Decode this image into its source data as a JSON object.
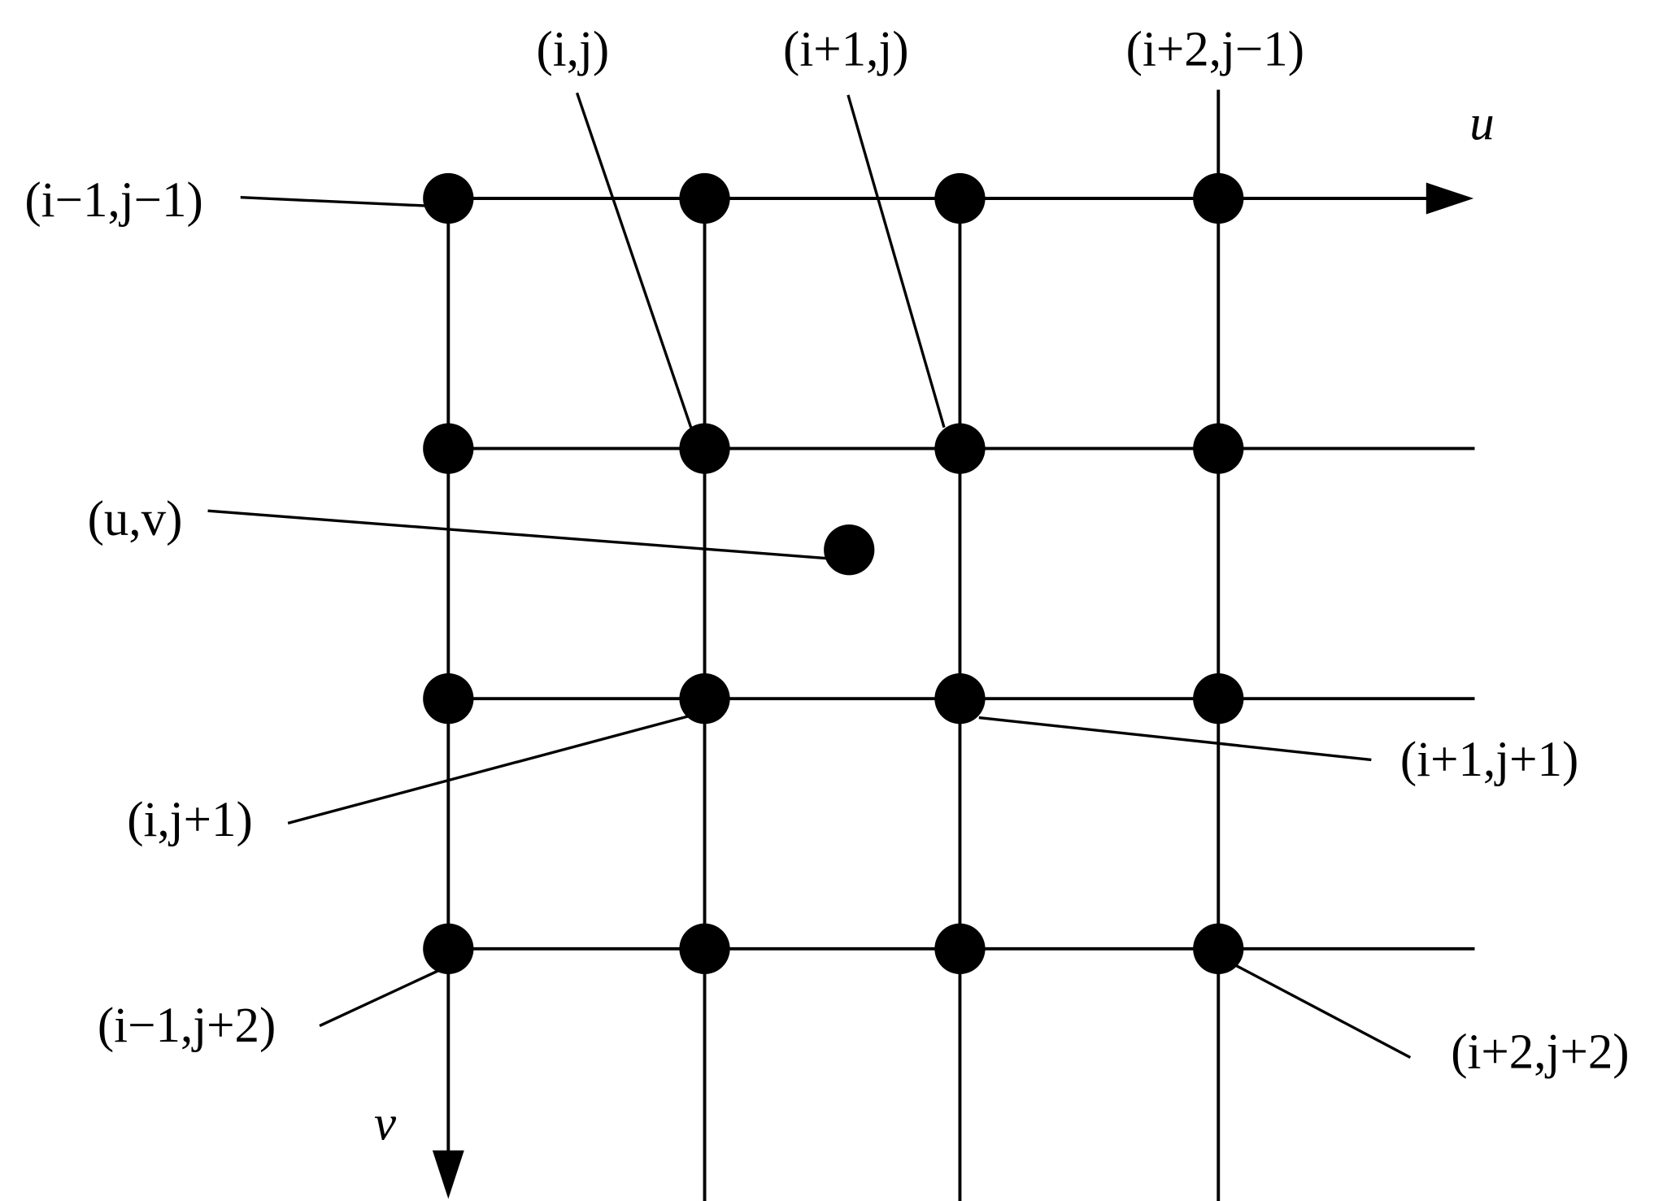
{
  "diagram": {
    "title": "Bicubic interpolation grid neighborhood",
    "axes": {
      "u": "u",
      "v": "v"
    },
    "labels": {
      "im1_jm1": "(i−1,j−1)",
      "i_j": "(i,j)",
      "ip1_j": "(i+1,j)",
      "ip2_jm1": "(i+2,j−1)",
      "u_v": "(u,v)",
      "i_jp1": "(i,j+1)",
      "ip1_jp1": "(i+1,j+1)",
      "im1_jp2": "(i−1,j+2)",
      "ip2_jp2": "(i+2,j+2)"
    },
    "grid": {
      "columns": 4,
      "rows": 4
    },
    "colors": {
      "ink": "#000000",
      "background": "#ffffff"
    }
  }
}
